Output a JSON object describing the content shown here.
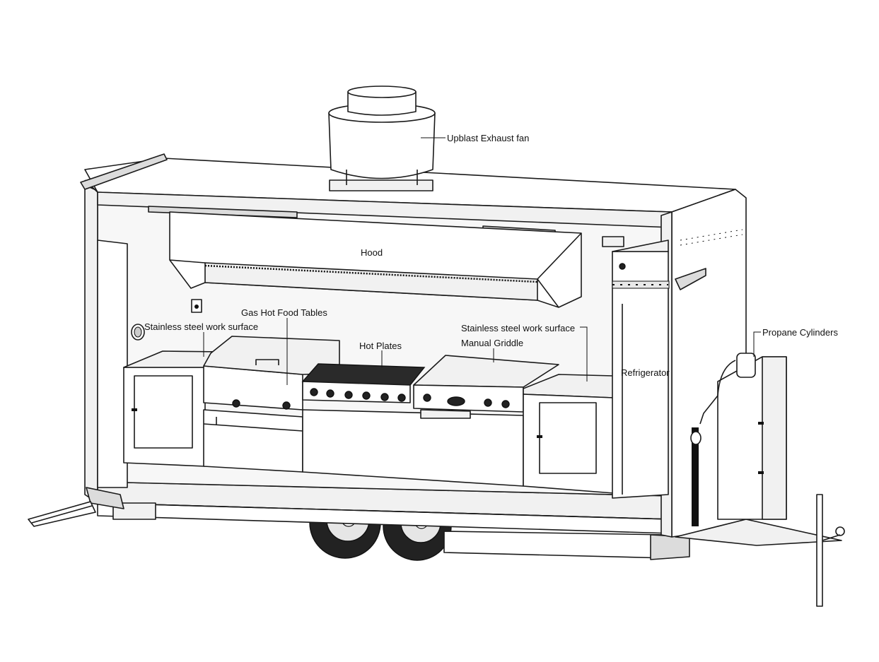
{
  "diagram": {
    "labels": {
      "exhaust_fan": "Upblast Exhaust fan",
      "hood": "Hood",
      "gas_hot_food_tables": "Gas Hot Food Tables",
      "stainless_left": "Stainless steel work surface",
      "hot_plates": "Hot Plates",
      "stainless_right": "Stainless steel work surface",
      "manual_griddle": "Manual Griddle",
      "refrigerator": "Refrigerator",
      "propane_cylinders": "Propane Cylinders"
    }
  }
}
